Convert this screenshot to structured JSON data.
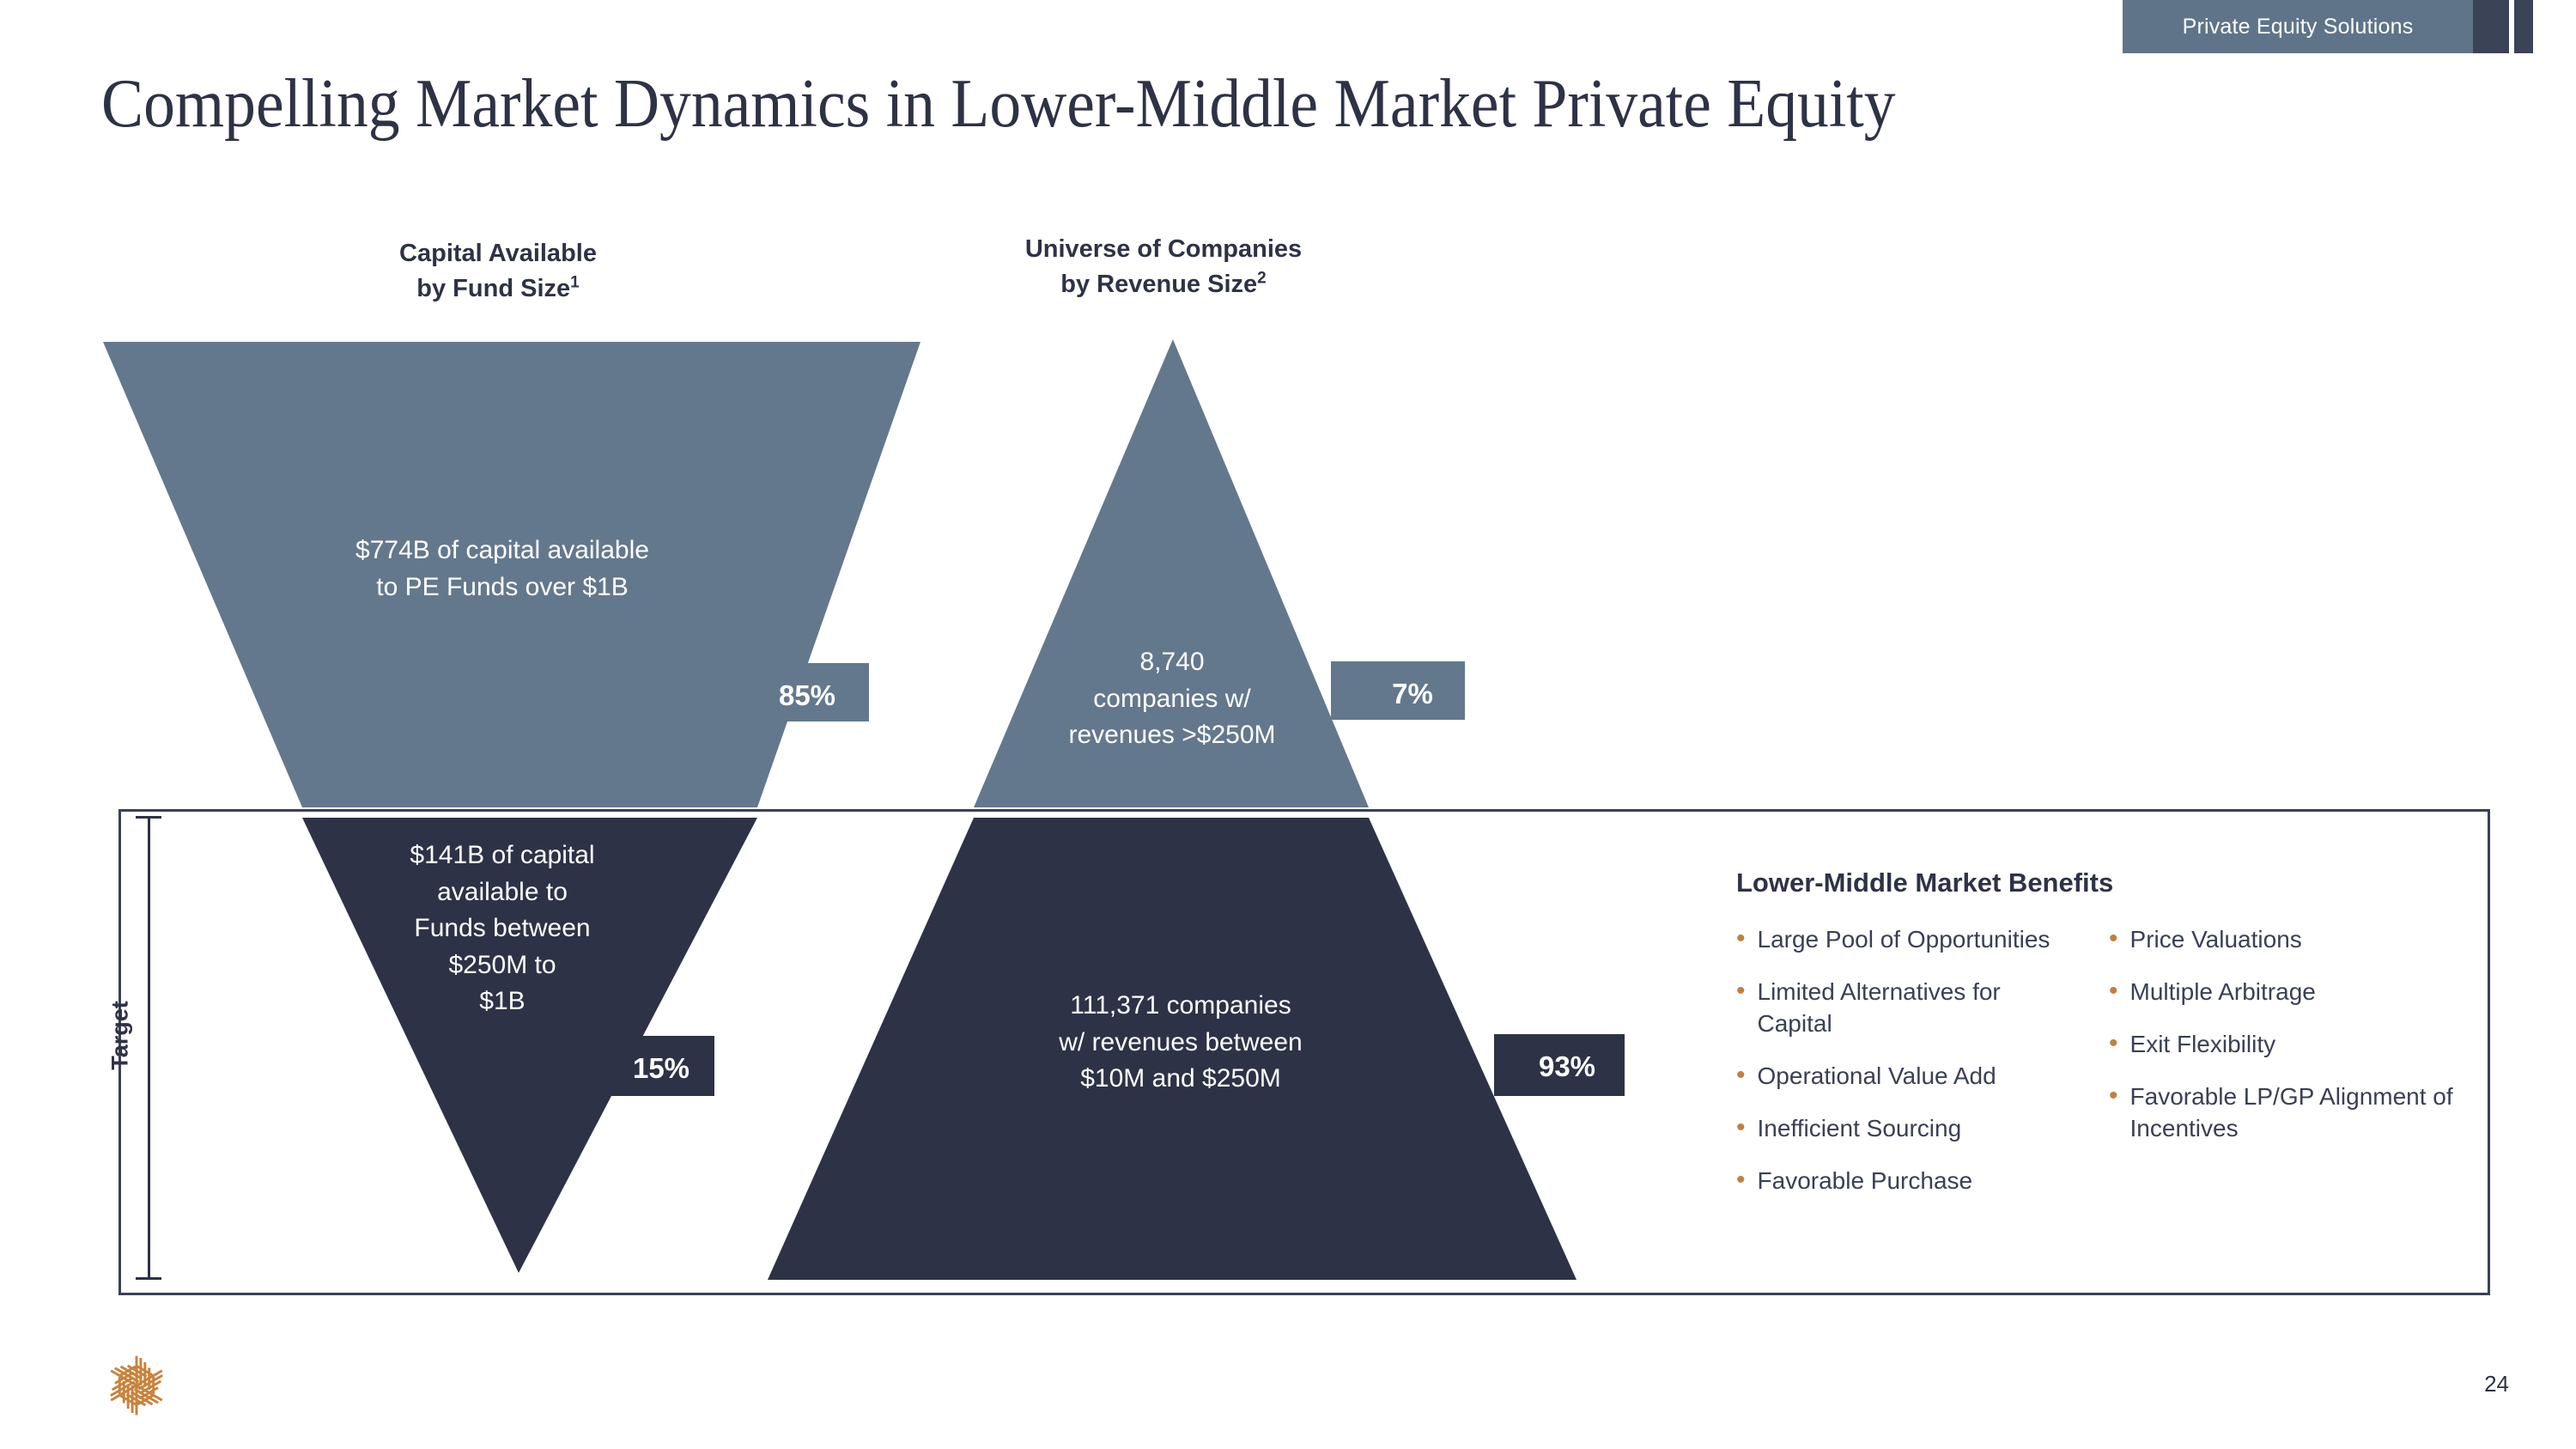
{
  "header": {
    "tab_label": "Private Equity Solutions"
  },
  "title": "Compelling Market Dynamics in Lower-Middle Market Private Equity",
  "columns": [
    {
      "line1": "Capital Available",
      "line2": "by Fund Size",
      "footnote": "1"
    },
    {
      "line1": "Universe of Companies",
      "line2": "by Revenue Size",
      "footnote": "2"
    }
  ],
  "target": {
    "label": "Target"
  },
  "funnels": {
    "top_left": {
      "text": "$774B of capital available\nto PE Funds over $1B",
      "pct": "85%"
    },
    "top_right": {
      "text": "8,740\ncompanies w/\nrevenues >$250M",
      "pct": "7%"
    },
    "bottom_left": {
      "text": "$141B of capital\navailable to\nFunds between\n$250M to\n$1B",
      "pct": "15%"
    },
    "bottom_right": {
      "text": "111,371 companies\nw/ revenues between\n$10M and $250M",
      "pct": "93%"
    }
  },
  "benefits": {
    "title": "Lower-Middle Market Benefits",
    "left_items": [
      "Large Pool of Opportunities",
      "Limited Alternatives for Capital",
      "Operational Value Add",
      "Inefficient Sourcing",
      "Favorable Purchase"
    ],
    "right_items": [
      "Price Valuations",
      "Multiple Arbitrage",
      "Exit Flexibility",
      "Favorable LP/GP Alignment of Incentives"
    ],
    "bullet_glyph": "•"
  },
  "footer": {
    "page_number": "24"
  },
  "colors": {
    "light_slate": "#64788d",
    "dark_navy": "#2e3246",
    "accent_orange": "#c47f3d",
    "header_tab": "#5f7489",
    "text_dark": "#2e3246"
  },
  "chart_data": {
    "type": "funnel",
    "title": "Compelling Market Dynamics in Lower-Middle Market Private Equity",
    "series": [
      {
        "name": "Capital Available by Fund Size",
        "segments": [
          {
            "label": "$774B of capital available to PE Funds over $1B",
            "percent": 85,
            "value": 774,
            "unit": "B USD",
            "tier": "upper"
          },
          {
            "label": "$141B of capital available to Funds between $250M to $1B",
            "percent": 15,
            "value": 141,
            "unit": "B USD",
            "tier": "target"
          }
        ]
      },
      {
        "name": "Universe of Companies by Revenue Size",
        "segments": [
          {
            "label": "8,740 companies w/ revenues >$250M",
            "percent": 7,
            "value": 8740,
            "unit": "companies",
            "tier": "upper"
          },
          {
            "label": "111,371 companies w/ revenues between $10M and $250M",
            "percent": 93,
            "value": 111371,
            "unit": "companies",
            "tier": "target"
          }
        ]
      }
    ]
  }
}
